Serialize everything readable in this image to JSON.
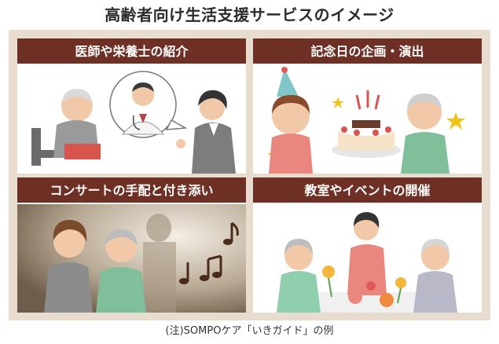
{
  "title": "高齢者向け生活支援サービスのイメージ",
  "panels": [
    {
      "label": "医師や栄養士の紹介"
    },
    {
      "label": "記念日の企画・演出"
    },
    {
      "label": "コンサートの手配と付き添い"
    },
    {
      "label": "教室やイベントの開催"
    }
  ],
  "footnote": "(注)SOMPOケア「いきガイド」の例",
  "colors": {
    "banner": "#6e2f24",
    "frame": "#e8dccf"
  },
  "icons": [
    "doctor-illustration",
    "cake-illustration",
    "music-notes-illustration",
    "flowers-illustration"
  ]
}
